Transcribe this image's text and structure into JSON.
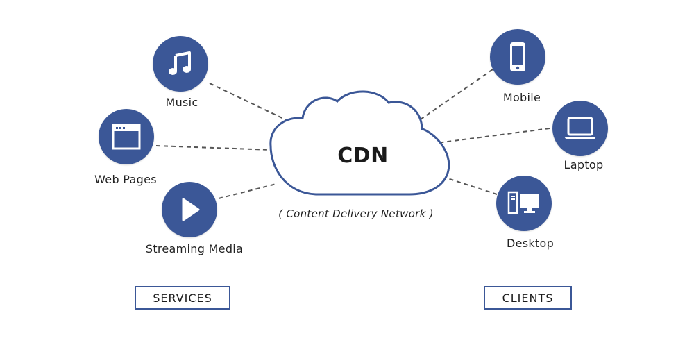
{
  "center": {
    "title": "CDN",
    "subtitle": "( Content Delivery Network )"
  },
  "services": {
    "group_label": "SERVICES",
    "items": [
      {
        "label": "Music",
        "icon": "music-note-icon"
      },
      {
        "label": "Web Pages",
        "icon": "browser-window-icon"
      },
      {
        "label": "Streaming Media",
        "icon": "play-icon"
      }
    ]
  },
  "clients": {
    "group_label": "CLIENTS",
    "items": [
      {
        "label": "Mobile",
        "icon": "mobile-phone-icon"
      },
      {
        "label": "Laptop",
        "icon": "laptop-icon"
      },
      {
        "label": "Desktop",
        "icon": "desktop-computer-icon"
      }
    ]
  },
  "colors": {
    "icon_circle": "#3b5797",
    "cloud_outline": "#3b5797",
    "connector": "#555555"
  }
}
